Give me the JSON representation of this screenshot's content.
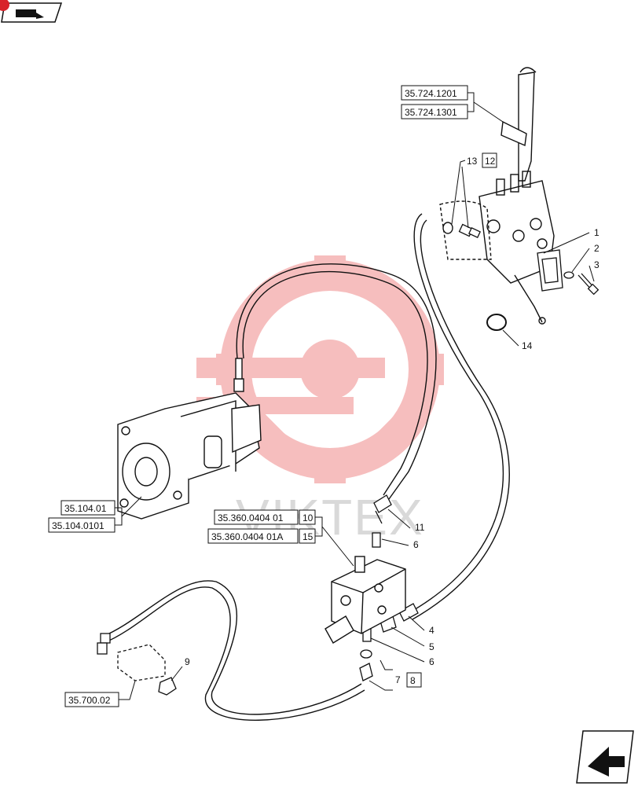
{
  "watermark": {
    "text": "VIKTEX",
    "color": "#f08a8a"
  },
  "nav": {
    "top_icon": "book-icon",
    "bottom_icon": "return-arrow-icon"
  },
  "refs": {
    "r1201": "35.724.1201",
    "r1301": "35.724.1301",
    "r104": "35.104.01",
    "r1040101": "35.104.0101",
    "r360_01": "35.360.0404 01",
    "r360_01A": "35.360.0404 01A",
    "r700": "35.700.02"
  },
  "boxed_items": {
    "b12": "12",
    "b10": "10",
    "b15": "15",
    "b8": "8"
  },
  "callouts": {
    "c1": "1",
    "c2": "2",
    "c3": "3",
    "c4": "4",
    "c5": "5",
    "c6a": "6",
    "c6b": "6",
    "c7": "7",
    "c9": "9",
    "c11": "11",
    "c13": "13",
    "c14": "14"
  }
}
